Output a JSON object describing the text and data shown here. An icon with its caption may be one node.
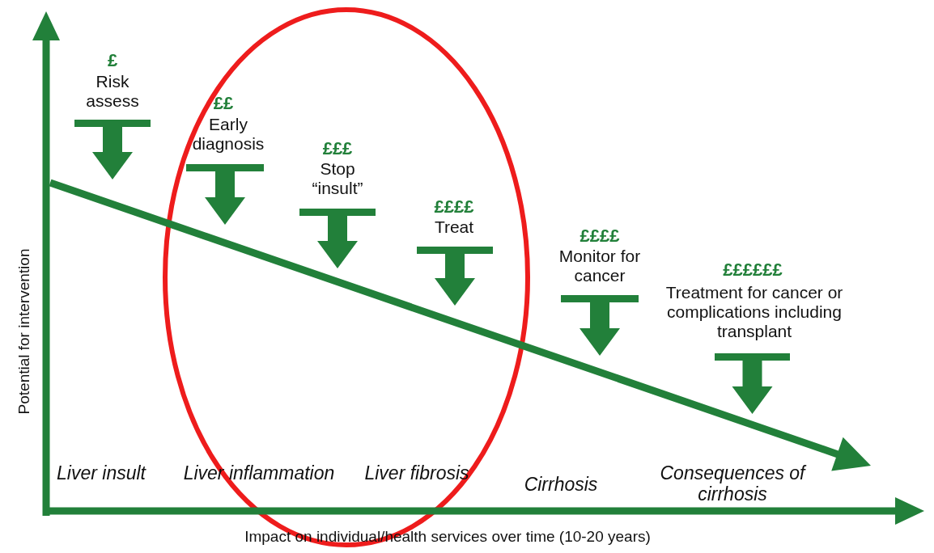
{
  "diagram": {
    "labels": [
      "£",
      "Risk assess",
      "££",
      "Early diagnosis",
      "£££",
      "Stop “insult”",
      "££££",
      "Treat",
      "££££",
      "Monitor for cancer",
      "££££££",
      "Treatment for cancer or complications including transplant",
      "Potential for intervention",
      "Liver insult",
      "Liver inflammation",
      "Liver fibrosis",
      "Cirrhosis",
      "Consequences of cirrhosis",
      "Impact on individual/health services over time (10-20 years)"
    ]
  }
}
